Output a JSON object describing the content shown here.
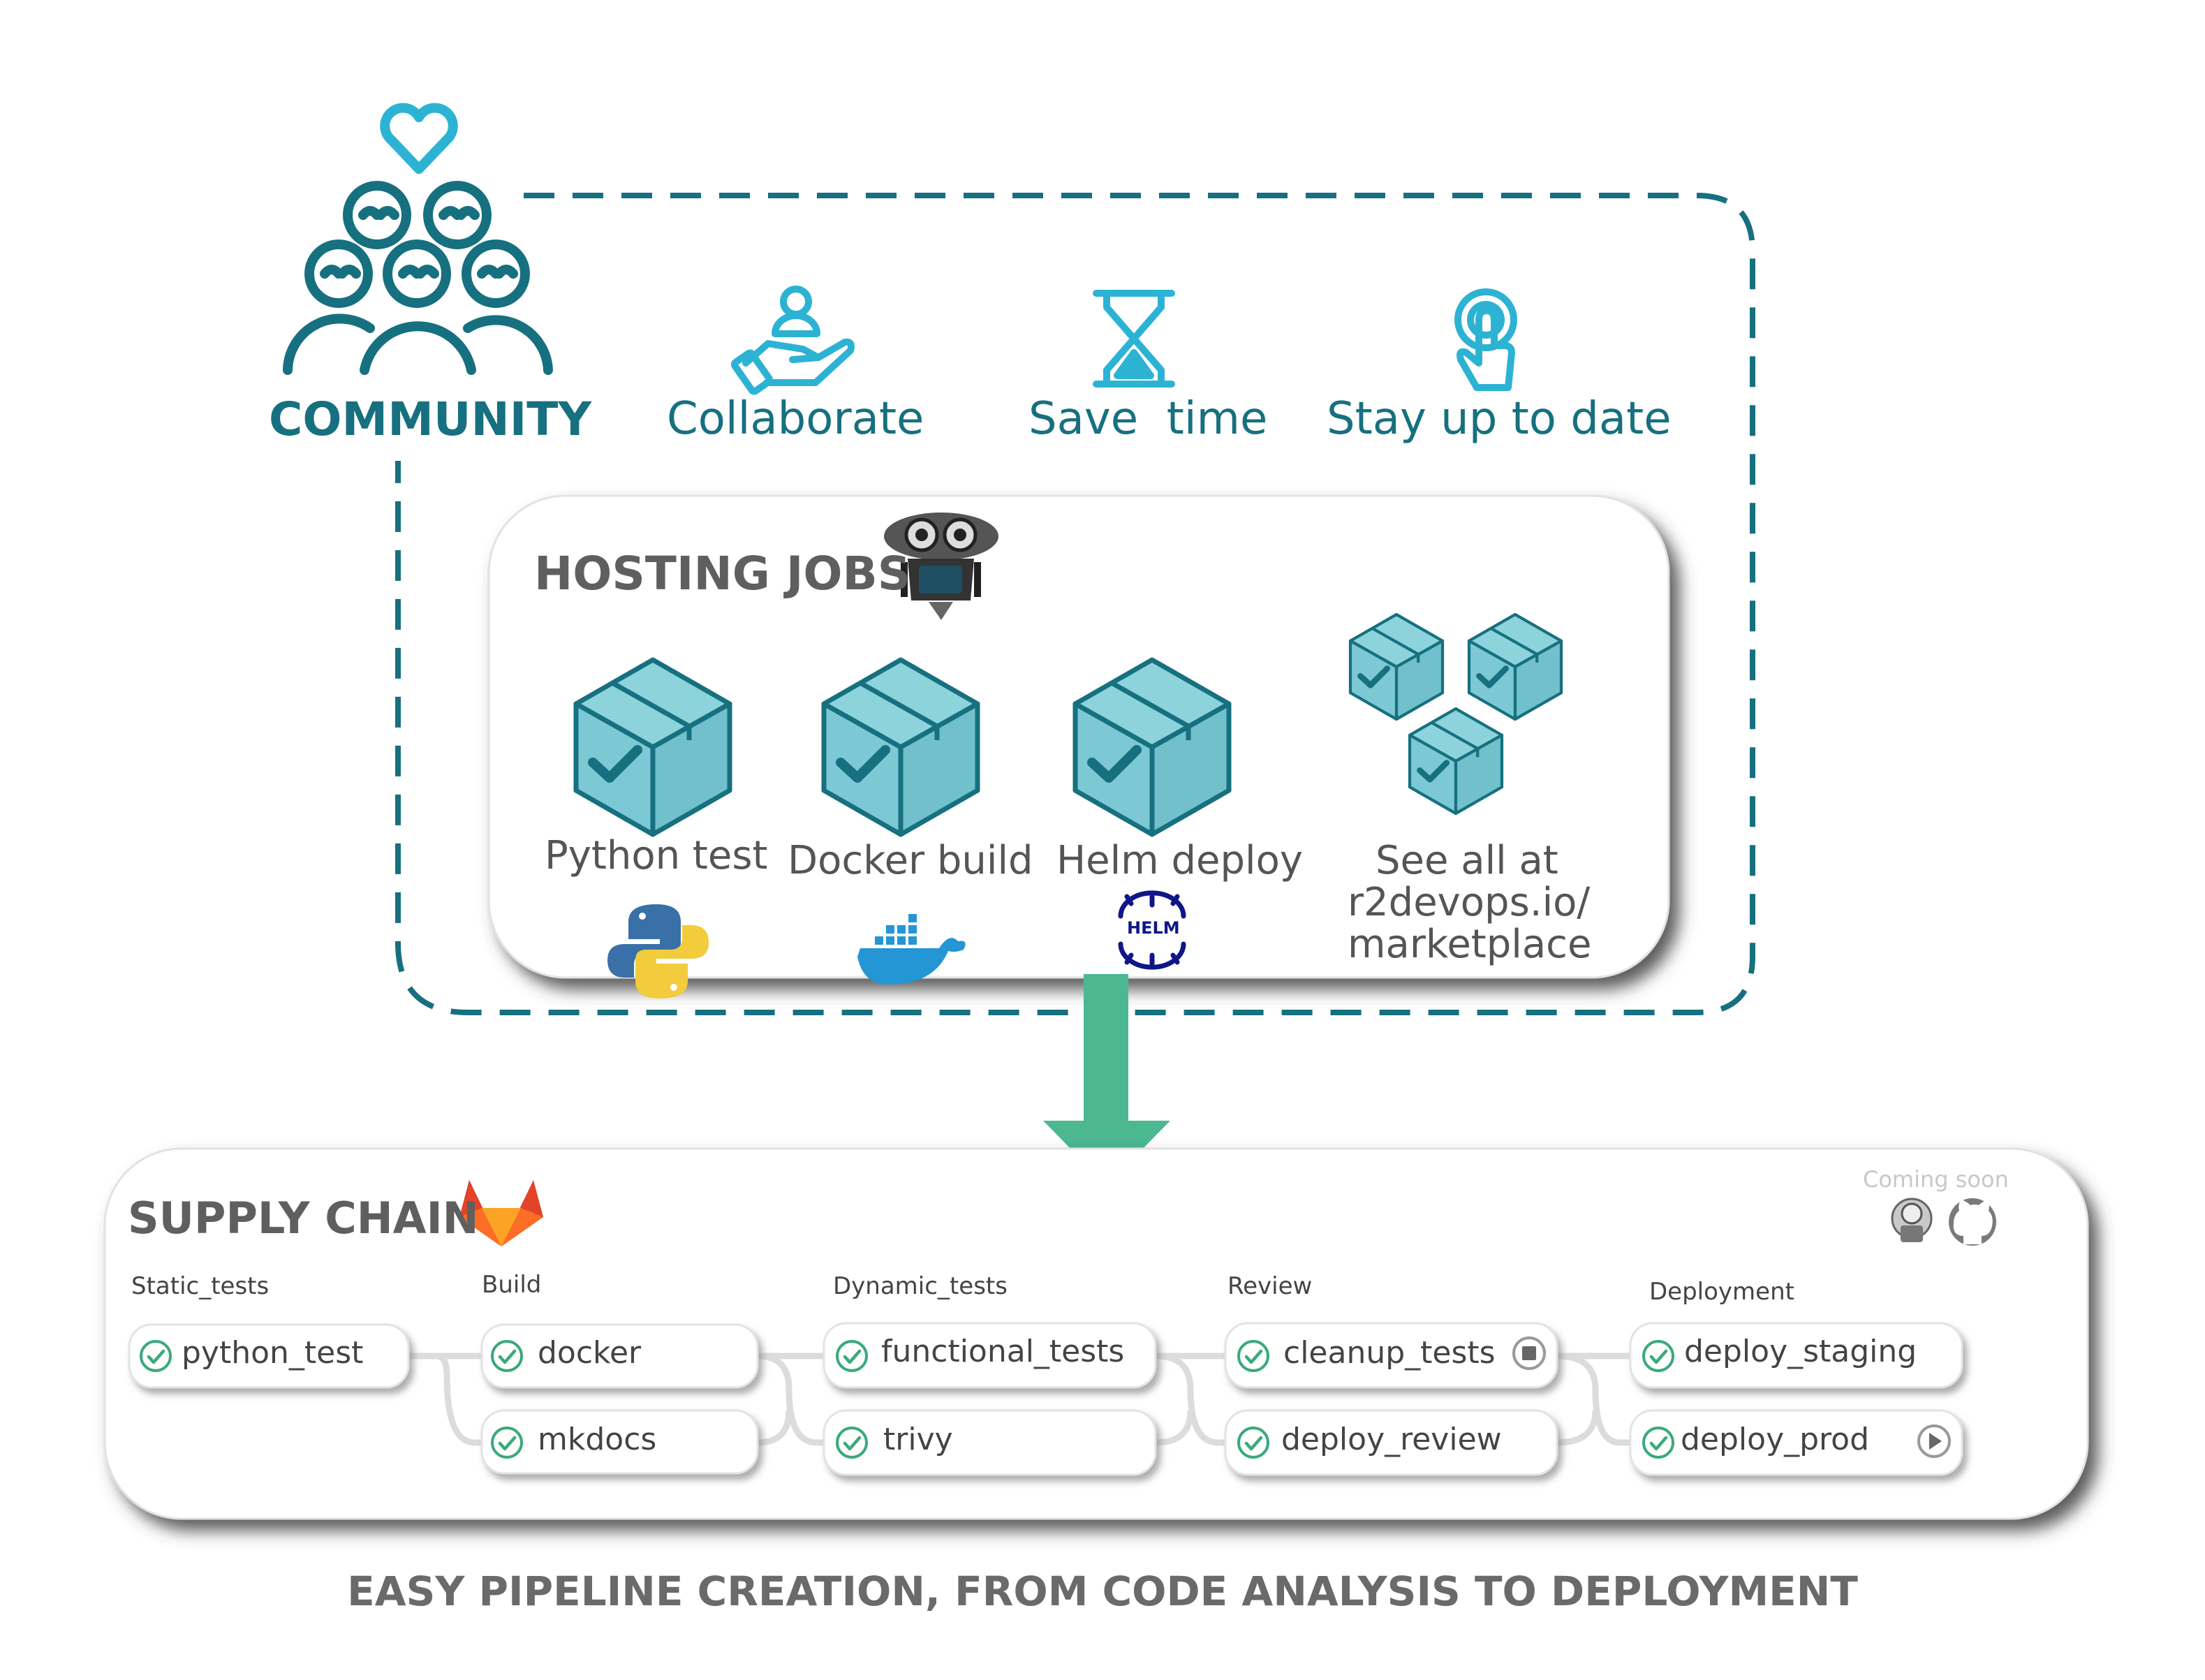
{
  "colors": {
    "teal_dark": "#16707f",
    "teal_light": "#2cb3d4",
    "box_fill": "#7cc8d4",
    "arrow": "#4cb891",
    "success": "#3aaa7b",
    "text_gray": "#5f5f5f",
    "card_shadow": "#555555"
  },
  "community": {
    "title": "COMMUNITY",
    "icon": "community-people-heart-icon"
  },
  "benefits": [
    {
      "label": "Collaborate",
      "icon": "hand-person-icon"
    },
    {
      "label": "Save  time",
      "icon": "hourglass-icon"
    },
    {
      "label": "Stay up to date",
      "icon": "touch-tap-icon"
    }
  ],
  "hosting": {
    "title": "HOSTING JOBS",
    "robot_icon": "robot-icon",
    "jobs": [
      {
        "label": "Python test",
        "logo": "python-logo-icon"
      },
      {
        "label": "Docker build",
        "logo": "docker-logo-icon"
      },
      {
        "label": "Helm deploy",
        "logo": "helm-logo-icon",
        "logo_text": "HELM"
      }
    ],
    "marketplace": {
      "line1": "See all at",
      "line2": "r2devops.io/",
      "line3": "marketplace"
    }
  },
  "supply_chain": {
    "title": "SUPPLY CHAIN",
    "gitlab_icon": "gitlab-logo-icon",
    "coming_soon": "Coming soon",
    "coming_soon_icons": [
      "jenkins-logo-icon",
      "github-logo-icon"
    ],
    "stages": [
      {
        "name": "Static_tests",
        "jobs": [
          {
            "name": "python_test",
            "status": "passed"
          }
        ]
      },
      {
        "name": "Build",
        "jobs": [
          {
            "name": "docker",
            "status": "passed"
          },
          {
            "name": "mkdocs",
            "status": "passed"
          }
        ]
      },
      {
        "name": "Dynamic_tests",
        "jobs": [
          {
            "name": "functional_tests",
            "status": "passed"
          },
          {
            "name": "trivy",
            "status": "passed"
          }
        ]
      },
      {
        "name": "Review",
        "jobs": [
          {
            "name": "cleanup_tests",
            "status": "passed",
            "action": "stop"
          },
          {
            "name": "deploy_review",
            "status": "passed"
          }
        ]
      },
      {
        "name": "Deployment",
        "jobs": [
          {
            "name": "deploy_staging",
            "status": "passed"
          },
          {
            "name": "deploy_prod",
            "status": "passed",
            "action": "play"
          }
        ]
      }
    ]
  },
  "footer": "EASY PIPELINE CREATION, FROM CODE ANALYSIS TO DEPLOYMENT"
}
